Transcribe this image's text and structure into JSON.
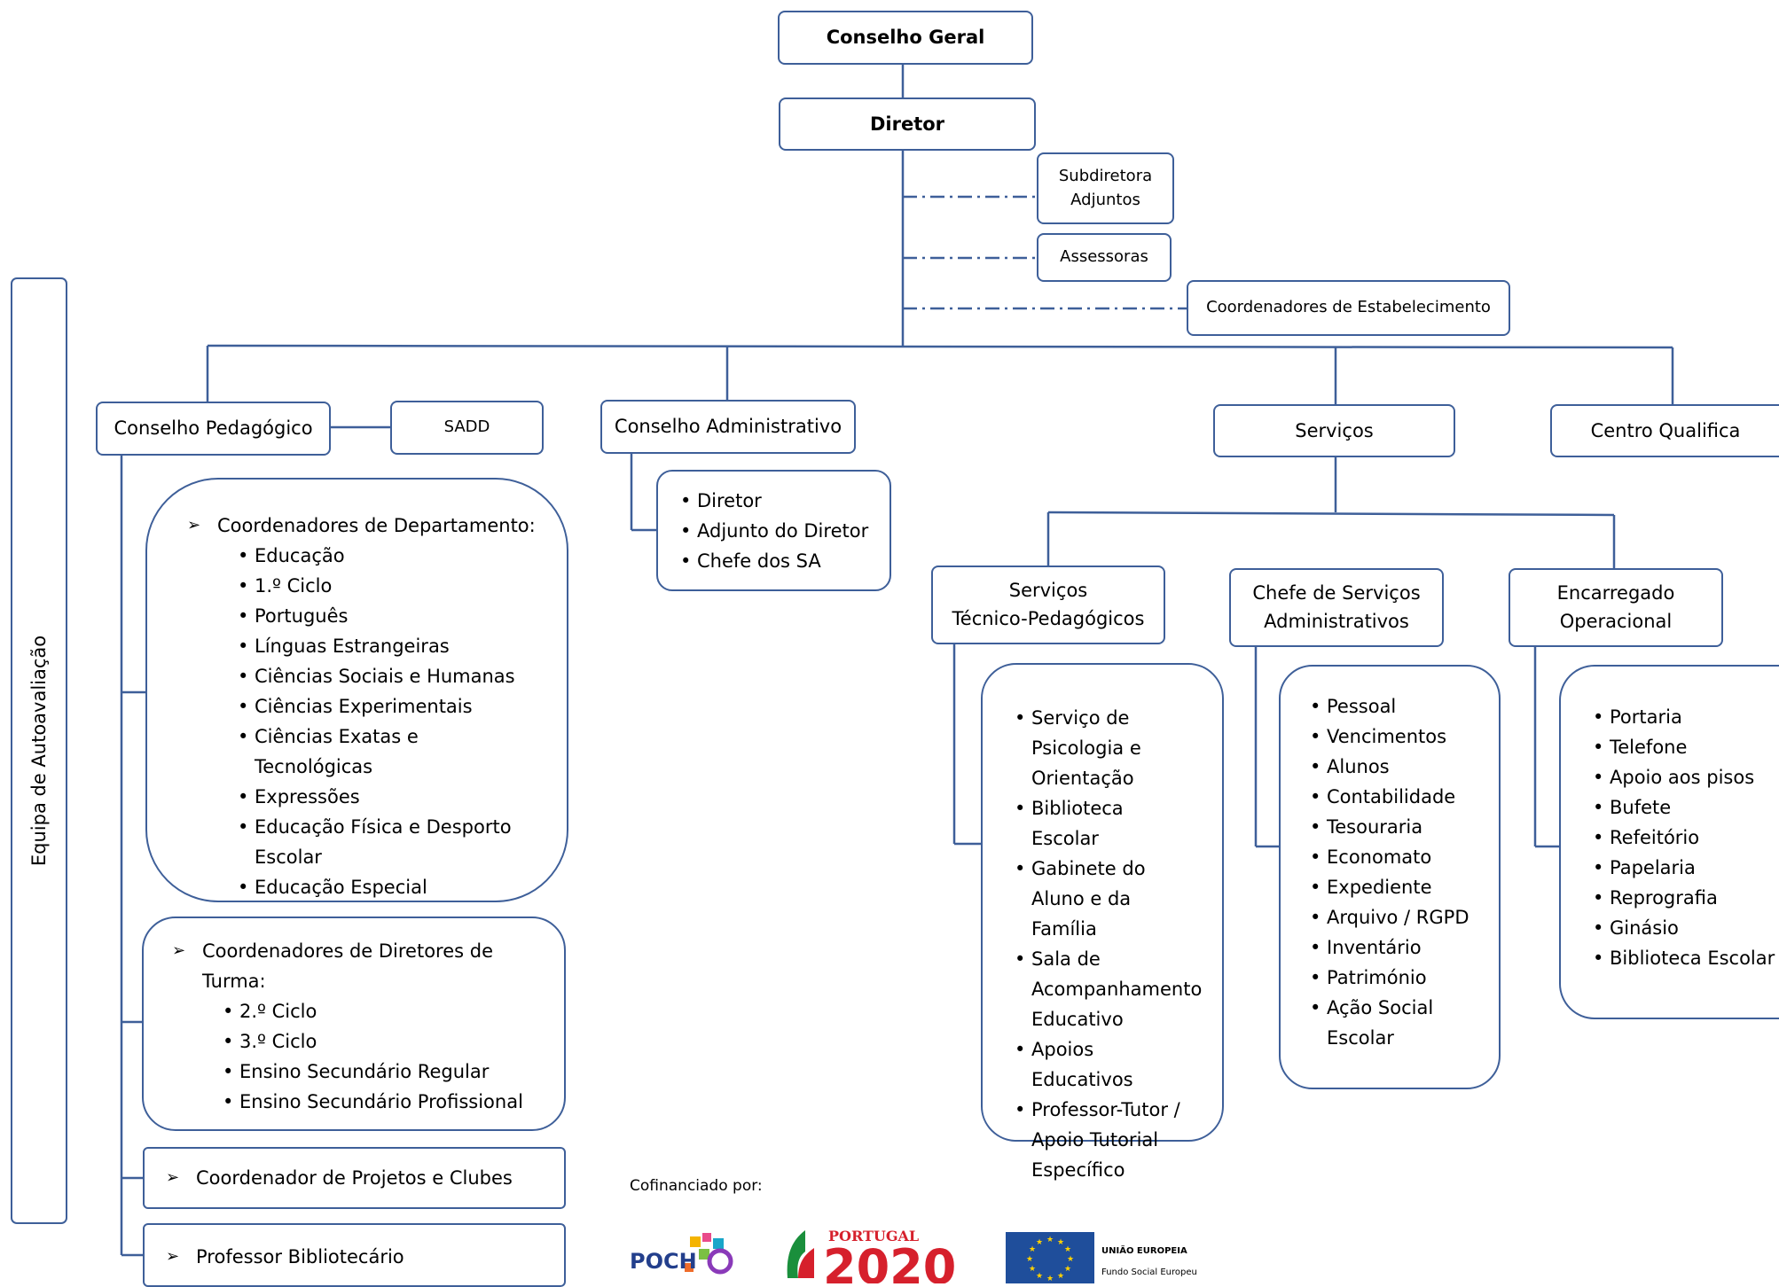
{
  "top": {
    "conselho_geral": "Conselho Geral",
    "diretor": "Diretor",
    "subdiretora_adjuntos": "Subdiretora\nAdjuntos",
    "assessoras": "Assessoras",
    "coordenadores_estabelecimento": "Coordenadores de Estabelecimento"
  },
  "side": {
    "equipa_autoavaliacao": "Equipa de Autoavaliação"
  },
  "pedagogico": {
    "title": "Conselho Pedagógico",
    "sadd": "SADD",
    "dept_heading": "Coordenadores de Departamento:",
    "departments": [
      "Educação",
      "1.º Ciclo",
      "Português",
      "Línguas Estrangeiras",
      "Ciências Sociais e Humanas",
      "Ciências Experimentais",
      "Ciências Exatas e Tecnológicas",
      "Expressões",
      "Educação Física e Desporto Escolar",
      "Educação Especial"
    ],
    "dt_heading": "Coordenadores de Diretores de Turma:",
    "dt_items": [
      "2.º Ciclo",
      "3.º Ciclo",
      "Ensino Secundário Regular",
      "Ensino Secundário Profissional"
    ],
    "projetos": "Coordenador de Projetos e Clubes",
    "bibliotecario": "Professor Bibliotecário"
  },
  "administrativo": {
    "title": "Conselho Administrativo",
    "items": [
      "Diretor",
      "Adjunto do Diretor",
      "Chefe dos SA"
    ]
  },
  "servicos": {
    "title": "Serviços",
    "tecnico_title": "Serviços\nTécnico-Pedagógicos",
    "tecnico_items": [
      "Serviço de Psicologia e Orientação",
      "Biblioteca Escolar",
      "Gabinete do Aluno e da Família",
      "Sala de Acompanhamento Educativo",
      "Apoios Educativos",
      "Professor-Tutor / Apoio Tutorial Específico"
    ],
    "chefe_title": "Chefe de Serviços\nAdministrativos",
    "chefe_items": [
      "Pessoal",
      "Vencimentos",
      "Alunos",
      "Contabilidade",
      "Tesouraria",
      "Economato",
      "Expediente",
      "Arquivo / RGPD",
      "Inventário",
      "Património",
      "Ação Social Escolar"
    ],
    "encarregado_title": "Encarregado\nOperacional",
    "encarregado_items": [
      "Portaria",
      "Telefone",
      "Apoio aos pisos",
      "Bufete",
      "Refeitório",
      "Papelaria",
      "Reprografia",
      "Ginásio",
      "Biblioteca Escolar"
    ]
  },
  "qualifica": {
    "title": "Centro Qualifica"
  },
  "footer": {
    "cofinanciado": "Cofinanciado por:",
    "poch": "POCH",
    "portugal": "PORTUGAL",
    "year": "2020",
    "ue_line1": "UNIÃO EUROPEIA",
    "ue_line2": "Fundo Social Europeu"
  },
  "colors": {
    "line": "#3e5f99",
    "eu_blue": "#1f4e9b",
    "eu_star": "#ffd200",
    "pt_red": "#d6202c",
    "pt_green": "#1a8f3c"
  }
}
